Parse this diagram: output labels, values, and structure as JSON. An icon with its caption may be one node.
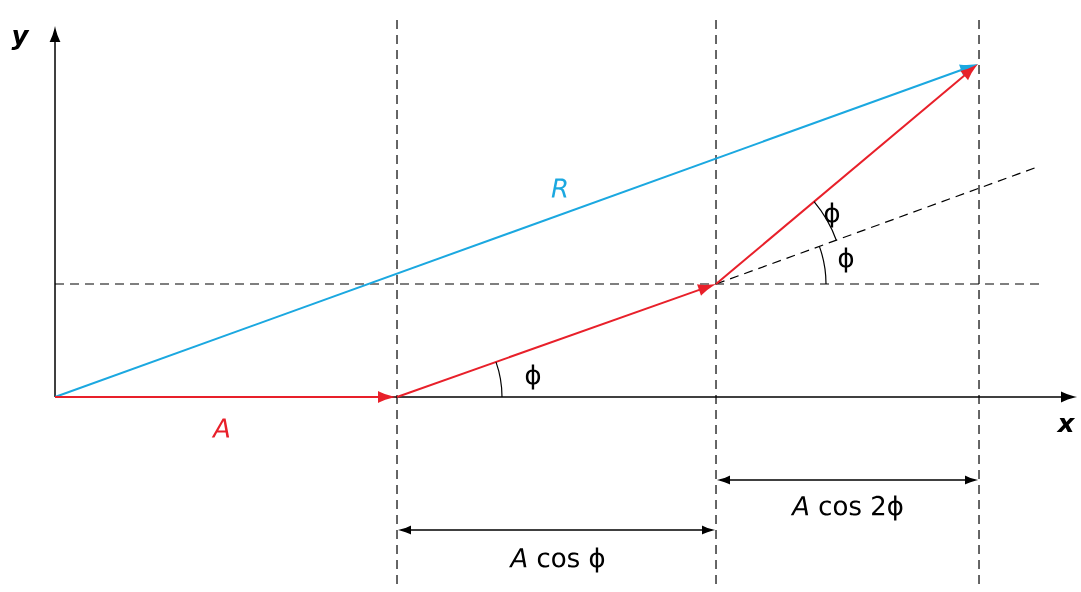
{
  "diagram": {
    "labels": [
      "y",
      "R",
      "ϕ",
      "ϕ",
      "ϕ",
      "A",
      "x",
      "*A* cos 2ϕ",
      "*A* cos ϕ"
    ]
  }
}
